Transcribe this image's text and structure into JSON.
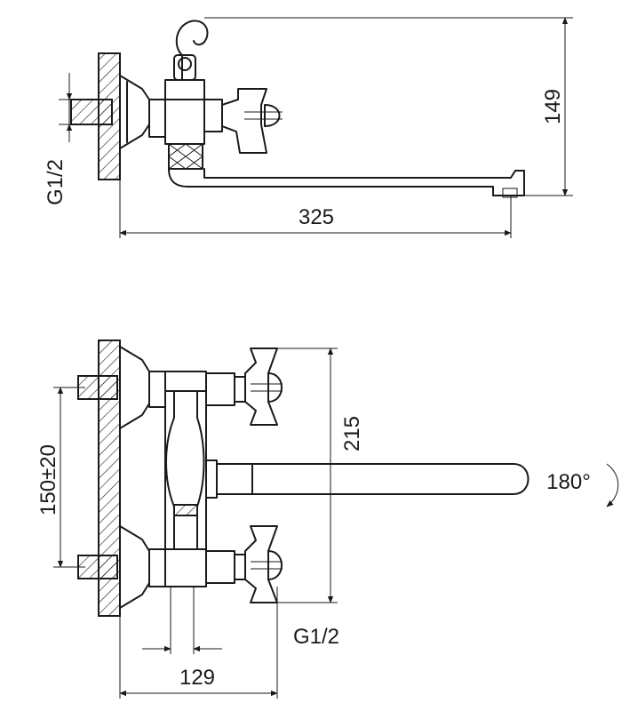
{
  "dimensions": {
    "top_height": "149",
    "top_length": "325",
    "top_thread": "G1/2",
    "bottom_height": "215",
    "bottom_spacing": "150±20",
    "bottom_rotation": "180°",
    "bottom_thread": "G1/2",
    "bottom_width": "129"
  },
  "colors": {
    "line": "#1a1a1a",
    "background": "#ffffff"
  }
}
